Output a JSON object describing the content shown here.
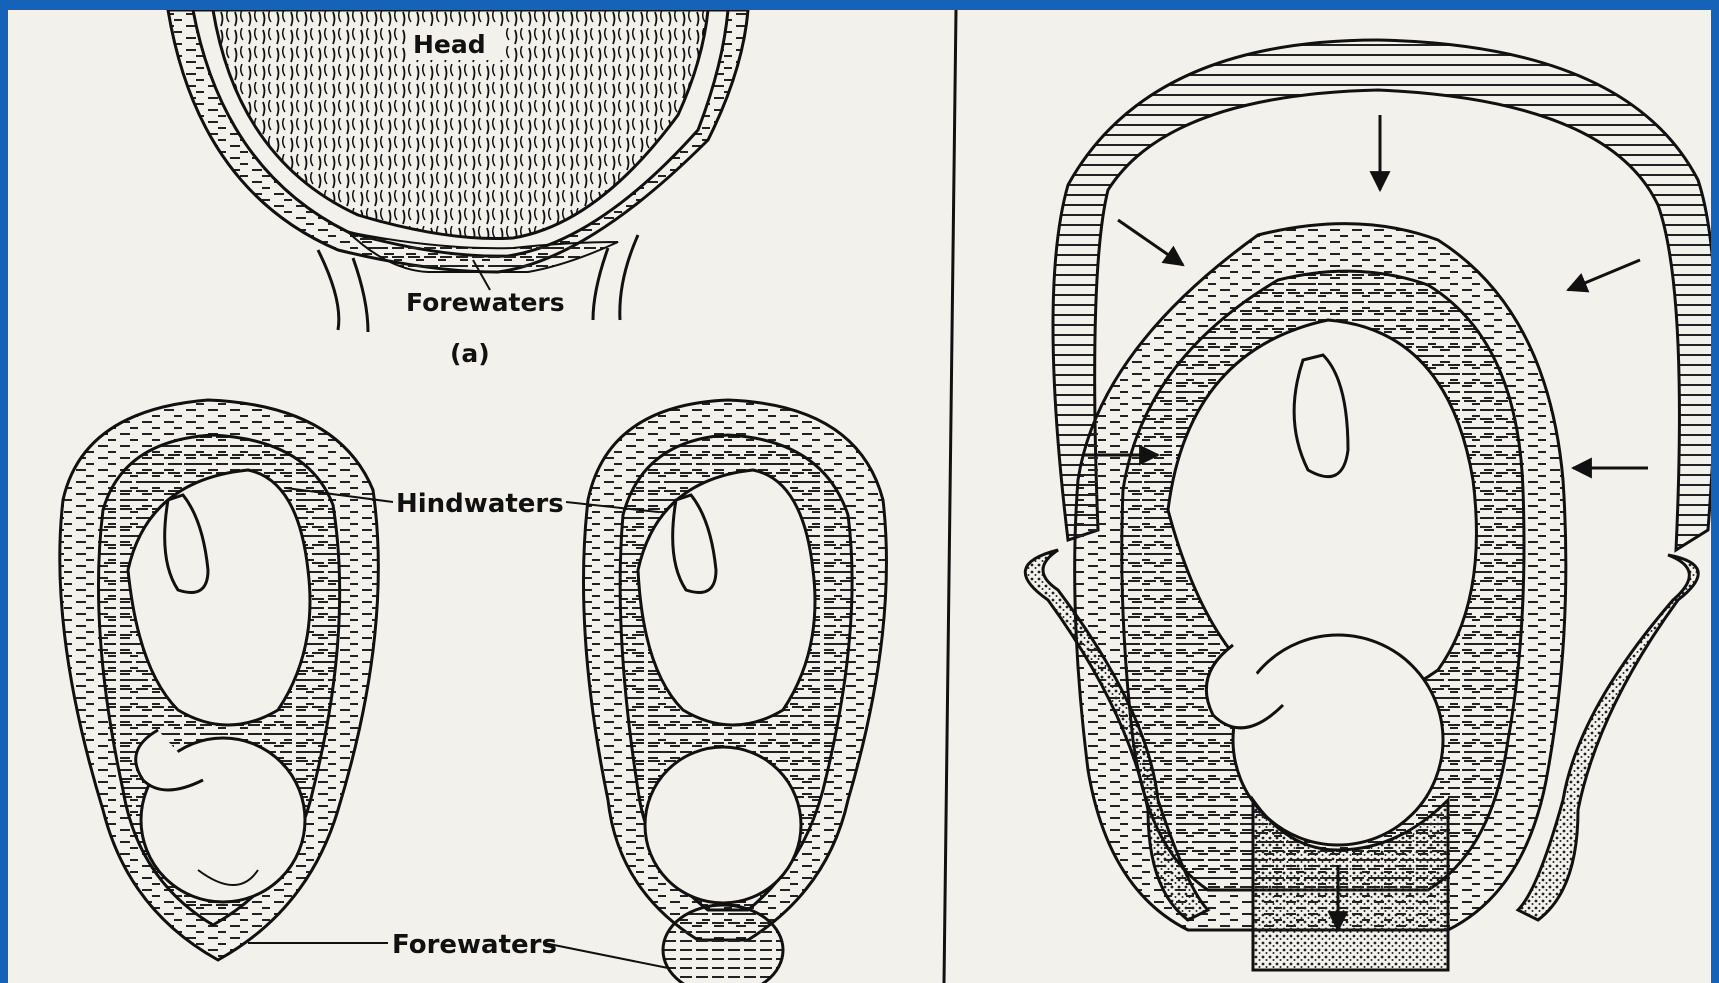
{
  "labels": {
    "head": "Head",
    "forewaters_a": "Forewaters",
    "panel_a": "(a)",
    "hindwaters": "Hindwaters",
    "forewaters_b": "Forewaters"
  },
  "colors": {
    "frame_border": "#1463b8",
    "paper": "#f2f1ec",
    "ink": "#111111"
  }
}
